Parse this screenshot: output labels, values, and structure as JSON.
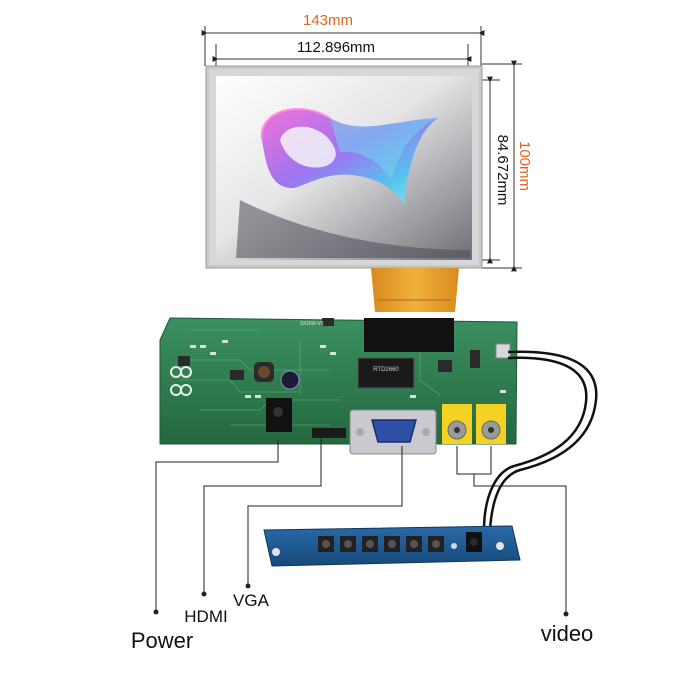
{
  "dimensions": {
    "outer_width": "143mm",
    "active_width": "112.896mm",
    "active_height": "84.672mm",
    "outer_height": "100mm"
  },
  "labels": {
    "power": "Power",
    "hdmi": "HDMI",
    "vga": "VGA",
    "video": "video"
  },
  "chips": {
    "main_chip": "RTD2660",
    "board_id": "SKD68-V1"
  },
  "colors": {
    "outer_dim": "#e0631f",
    "inner_dim": "#111111",
    "pcb_green": "#2e7d4b",
    "keypad_blue": "#1f5a93"
  },
  "icons": [
    "power-jack-icon",
    "vga-port-icon",
    "rca-jack-icon",
    "tact-button-icon",
    "ir-receiver-icon"
  ]
}
